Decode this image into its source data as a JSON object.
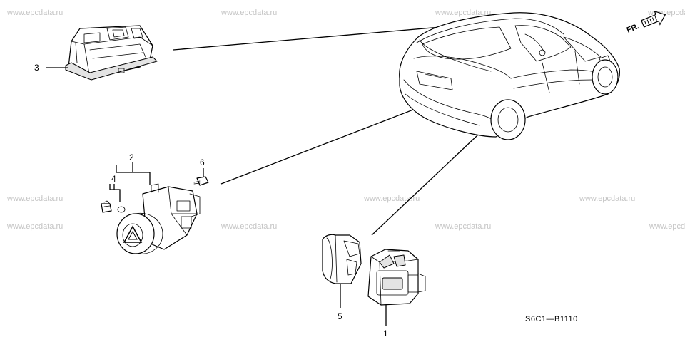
{
  "watermark": "www.epcdata.ru",
  "diagram_code": "S6C1—B1110",
  "direction_label": "FR.",
  "callouts": {
    "c1": "1",
    "c2": "2",
    "c3": "3",
    "c4": "4",
    "c5": "5",
    "c6": "6"
  },
  "icons": {
    "hazard": "hazard-triangle-icon",
    "arrow": "front-direction-arrow-icon"
  }
}
